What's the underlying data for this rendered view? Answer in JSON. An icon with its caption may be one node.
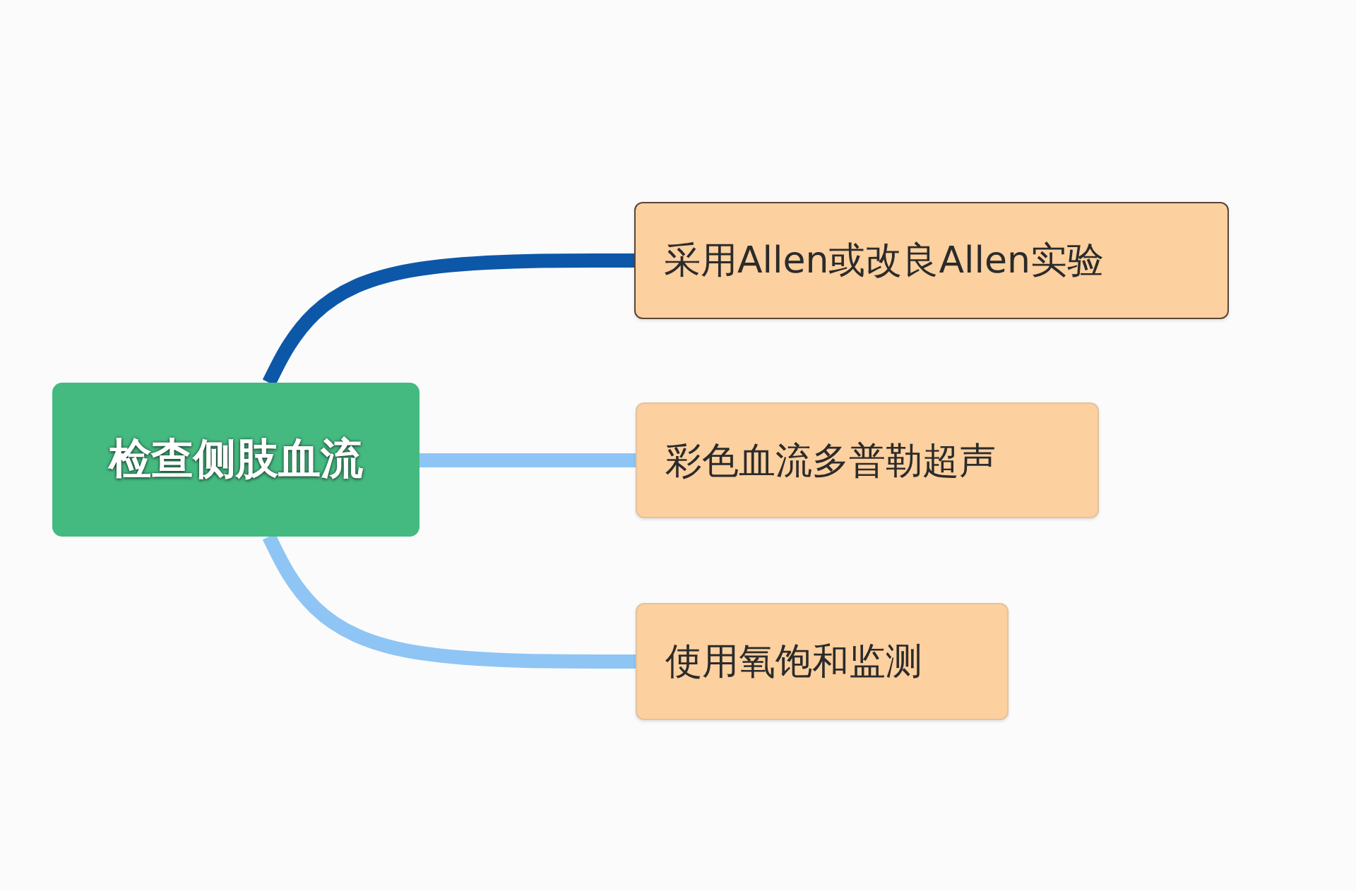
{
  "diagram": {
    "nodes": [
      {
        "text": [
          "检查侧肢血流"
        ]
      },
      {
        "text": [
          "采用Allen或改良Allen实验"
        ]
      },
      {
        "text": [
          "彩色血流多普勒超声"
        ]
      },
      {
        "text": [
          "使用氧饱和监测"
        ]
      }
    ],
    "edges": [
      {
        "from": 0,
        "to": 1,
        "arrow": "none",
        "color": "#0d57a8"
      },
      {
        "from": 0,
        "to": 2,
        "arrow": "none"
      },
      {
        "from": 0,
        "to": 3,
        "arrow": "none"
      }
    ]
  }
}
